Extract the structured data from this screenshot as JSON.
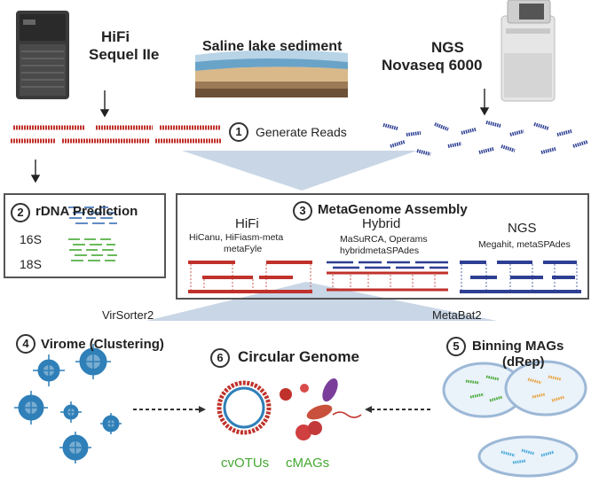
{
  "hifi": {
    "label_line1": "HiFi",
    "label_line2": "Sequel IIe"
  },
  "sediment": {
    "label": "Saline lake sediment"
  },
  "ngs": {
    "label_line1": "NGS",
    "label_line2": "Novaseq 6000"
  },
  "steps": {
    "generate": {
      "num": "1",
      "label": "Generate Reads"
    },
    "rdna": {
      "num": "2",
      "label": "rDNA Prediction",
      "row1": "16S",
      "row2": "18S"
    },
    "assembly": {
      "num": "3",
      "label": "MetaGenome Assembly",
      "hifi": {
        "title": "HiFi",
        "tools_line1": "HiCanu, HiFiasm-meta",
        "tools_line2": "metaFyle"
      },
      "hybrid": {
        "title": "Hybrid",
        "tools_line1": "MaSuRCA, Operams",
        "tools_line2": "hybridmetaSPAdes"
      },
      "ngs": {
        "title": "NGS",
        "tools_line1": "Megahit, metaSPAdes"
      }
    },
    "virome": {
      "num": "4",
      "label": "Virome (Clustering)",
      "tool": "VirSorter2"
    },
    "binning": {
      "num": "5",
      "label_line1": "Binning MAGs",
      "label_line2": "(dRep)",
      "tool": "MetaBat2"
    },
    "circular": {
      "num": "6",
      "label": "Circular Genome",
      "out1": "cvOTUs",
      "out2": "cMAGs"
    }
  },
  "colors": {
    "hifi_red": "#c0312b",
    "ngs_blue": "#2e3f93",
    "green": "#44a832",
    "rdna_blue": "#3b6fb5",
    "funnel": "#c9d6e6",
    "virus": "#2f7fb8"
  }
}
